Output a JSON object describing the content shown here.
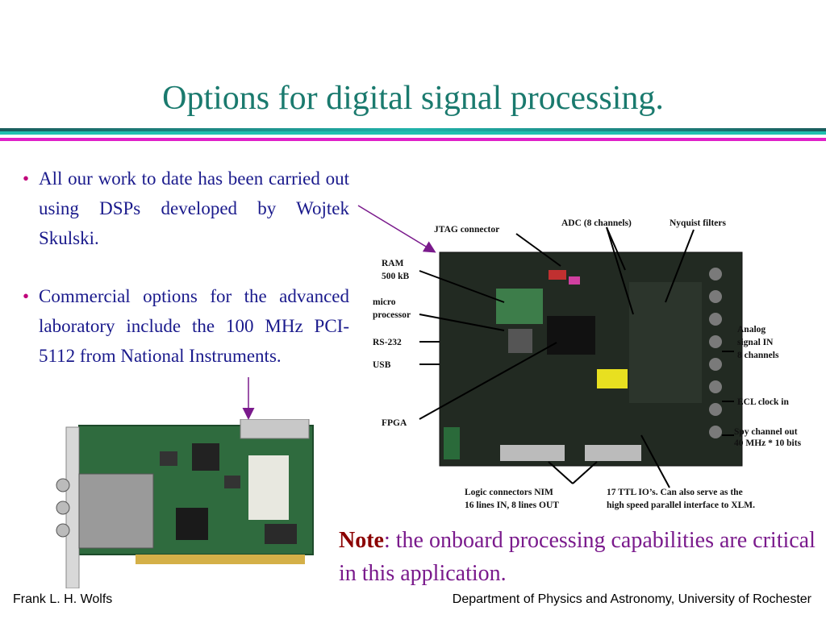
{
  "slide": {
    "title": "Options for digital signal processing.",
    "bullets": [
      "All our work to date has been carried out using DSPs developed by Wojtek Skulski.",
      "Commercial options for the advanced laboratory include the 100 MHz PCI-5112 from National Instruments."
    ],
    "bullet_symbol": "•",
    "note": {
      "label": "Note",
      "text": ": the onboard processing capabilities are critical in this application."
    }
  },
  "board_labels": {
    "jtag": "JTAG connector",
    "adc": "ADC (8 channels)",
    "nyquist": "Nyquist filters",
    "ram_1": "RAM",
    "ram_2": "500 kB",
    "micro_1": "micro",
    "micro_2": "processor",
    "rs232": "RS-232",
    "usb": "USB",
    "analog_1": "Analog",
    "analog_2": "signal  IN",
    "analog_3": "8 channels",
    "ecl": "ECL clock  in",
    "fpga": "FPGA",
    "spy_1": "Spy channel out",
    "spy_2": "40 MHz * 10 bits",
    "logic_1": "Logic connectors NIM",
    "logic_2": "16 lines IN, 8 lines OUT",
    "ttl_1": "17 TTL IO’s. Can also serve as the",
    "ttl_2": "high speed parallel interface to XLM."
  },
  "footer": {
    "left": "Frank L. H. Wolfs",
    "right": "Department of Physics and Astronomy, University of Rochester"
  },
  "colors": {
    "title": "#1a7a6e",
    "text": "#1a1a8c",
    "note": "#7a1a8c",
    "bar_dark": "#1a5c5c",
    "bar_mid": "#20b2aa",
    "bar_magenta": "#e020c8"
  }
}
